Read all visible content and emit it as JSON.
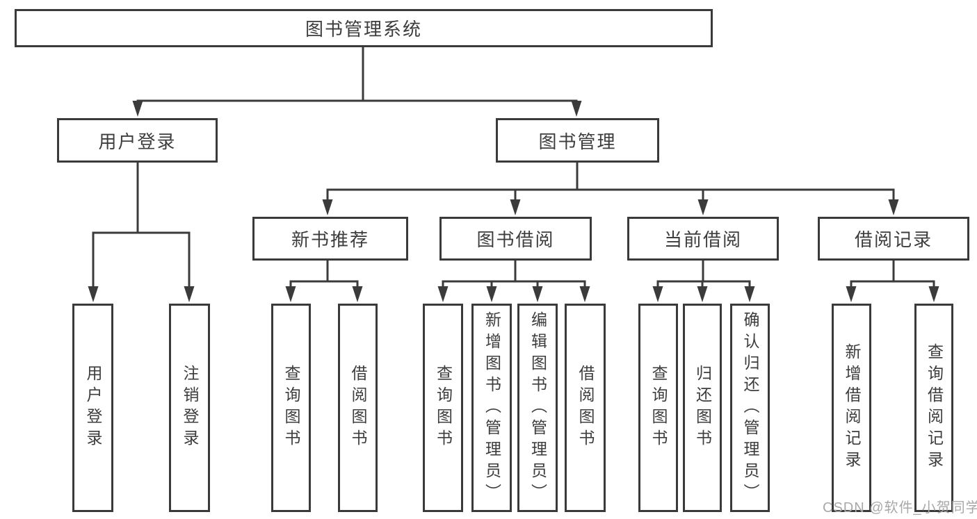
{
  "diagram": {
    "title": "图书管理系统",
    "root": {
      "label": "图书管理系统"
    },
    "level2": [
      {
        "label": "用户登录",
        "parent": "图书管理系统"
      },
      {
        "label": "图书管理",
        "parent": "图书管理系统"
      }
    ],
    "level3": [
      {
        "label": "新书推荐",
        "parent": "图书管理"
      },
      {
        "label": "图书借阅",
        "parent": "图书管理"
      },
      {
        "label": "当前借阅",
        "parent": "图书管理"
      },
      {
        "label": "借阅记录",
        "parent": "图书管理"
      }
    ],
    "leaves": [
      {
        "label": "用户登录",
        "parent": "用户登录"
      },
      {
        "label": "注销登录",
        "parent": "用户登录"
      },
      {
        "label": "查询图书",
        "parent": "新书推荐"
      },
      {
        "label": "借阅图书",
        "parent": "新书推荐"
      },
      {
        "label": "查询图书",
        "parent": "图书借阅"
      },
      {
        "label": "新增图书（管理员）",
        "parent": "图书借阅"
      },
      {
        "label": "编辑图书（管理员）",
        "parent": "图书借阅"
      },
      {
        "label": "借阅图书",
        "parent": "图书借阅"
      },
      {
        "label": "查询图书",
        "parent": "当前借阅"
      },
      {
        "label": "归还图书",
        "parent": "当前借阅"
      },
      {
        "label": "确认归还（管理员）",
        "parent": "当前借阅"
      },
      {
        "label": "新增借阅记录",
        "parent": "借阅记录"
      },
      {
        "label": "查询借阅记录",
        "parent": "借阅记录"
      }
    ],
    "colors": {
      "line": "#3b3b3b",
      "border": "#3a3a3a",
      "text": "#3d3d3d",
      "background": "#ffffff"
    }
  },
  "watermark": {
    "text": "CSDN @软件_小贺同学",
    "color": "#a8a8a8"
  }
}
